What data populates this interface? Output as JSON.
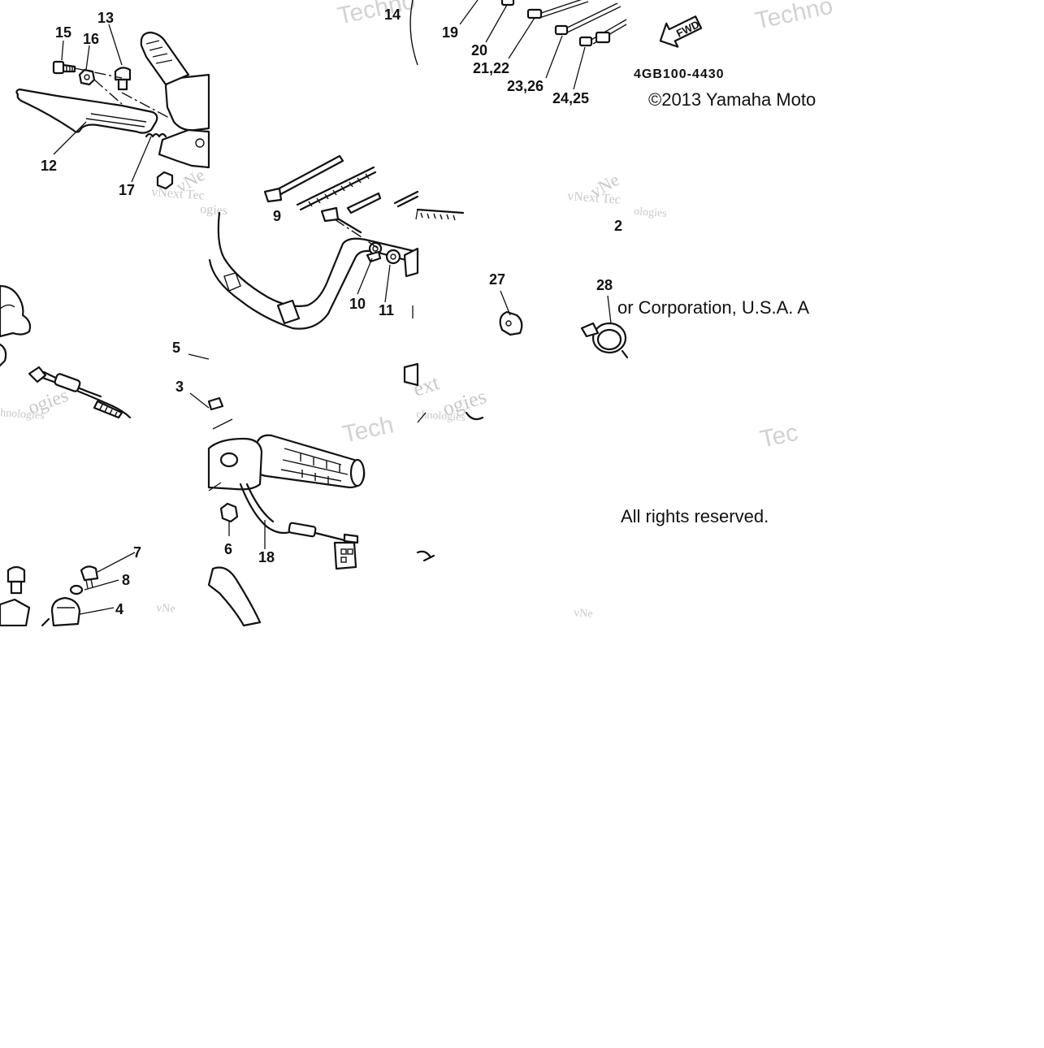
{
  "diagram": {
    "part_numbers": {
      "n2": "2",
      "n3": "3",
      "n4": "4",
      "n5": "5",
      "n6": "6",
      "n7": "7",
      "n8": "8",
      "n9": "9",
      "n10": "10",
      "n11": "11",
      "n12": "12",
      "n13": "13",
      "n14": "14",
      "n15": "15",
      "n16": "16",
      "n17": "17",
      "n18": "18",
      "n19": "19",
      "n20": "20",
      "n21_22": "21,22",
      "n23_26": "23,26",
      "n24_25": "24,25",
      "n27": "27",
      "n28": "28"
    },
    "fwd_arrow_label": "FWD",
    "drawing_code": "4GB100-4430",
    "copyright_fragments": {
      "line1": "©2013 Yamaha Moto",
      "line2": "or Corporation, U.S.A. A",
      "line3": "All rights reserved."
    },
    "watermark_fragments": {
      "techno_a": "Techno",
      "techno_b": "Techno",
      "techno_c": "Tech",
      "techno_d": "Tec",
      "vnext_tec_a": "vNext Tec",
      "vnext_tec_b": "vNext Tec",
      "ext_a": "ext",
      "hnologies_a": "hnologies",
      "hnologies_b": "chnologies",
      "ogies_a": "ogies",
      "ologies_a": "ologies",
      "vne_a": "vNe",
      "vne_b": "vNe"
    }
  }
}
